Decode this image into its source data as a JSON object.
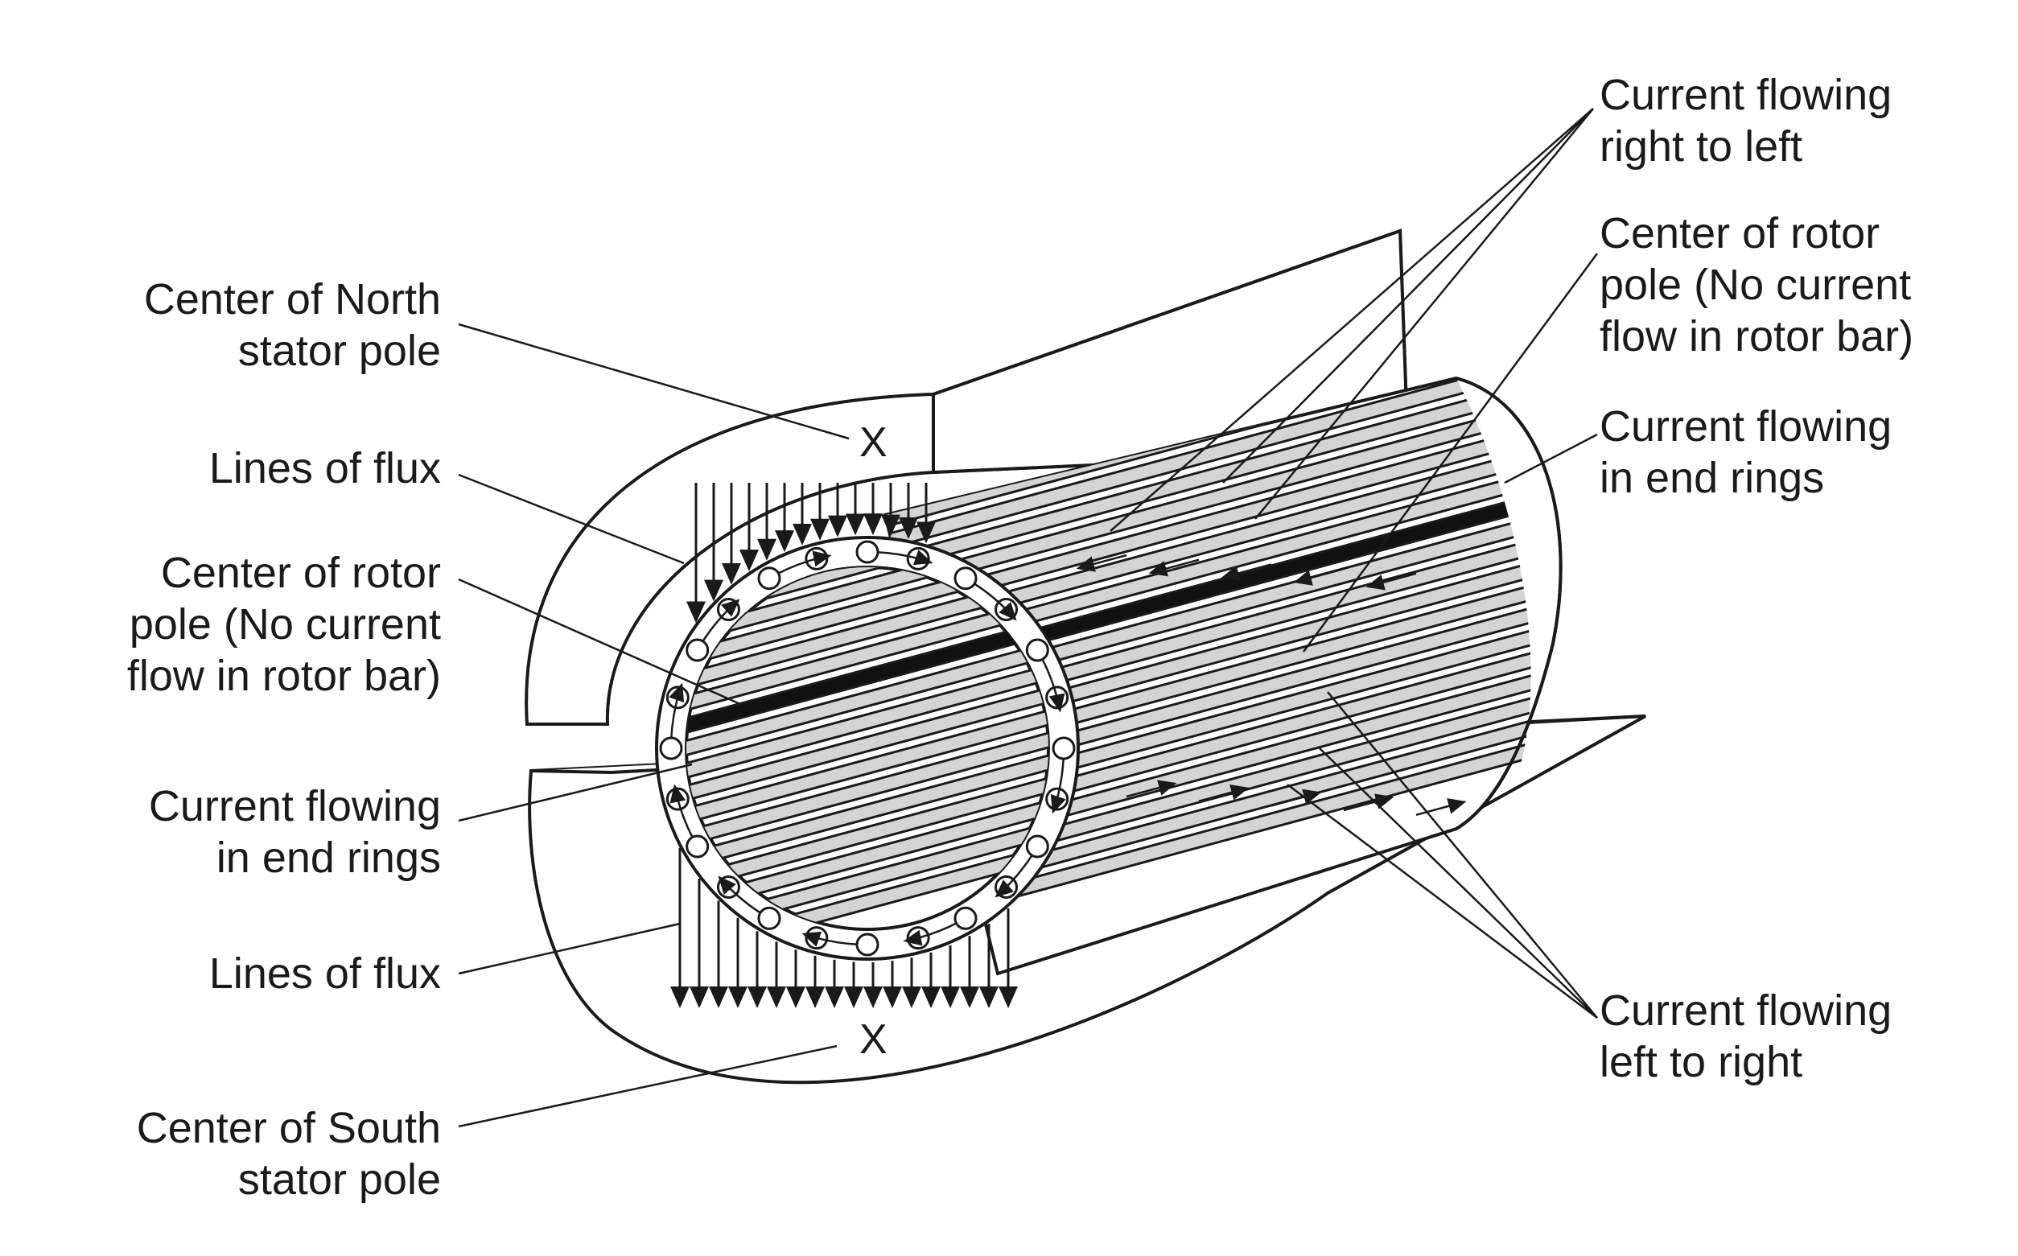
{
  "labels": {
    "north_pole": [
      "Center of North",
      "stator pole"
    ],
    "flux_top": [
      "Lines of flux"
    ],
    "rotor_pole_left": [
      "Center of rotor",
      "pole (No current",
      "flow in rotor bar)"
    ],
    "end_rings_left": [
      "Current flowing",
      "in end rings"
    ],
    "flux_bottom": [
      "Lines of flux"
    ],
    "south_pole": [
      "Center of South",
      "stator pole"
    ],
    "right_to_left": [
      "Current flowing",
      "right to left"
    ],
    "rotor_pole_right": [
      "Center of rotor",
      "pole (No current",
      "flow in rotor bar)"
    ],
    "end_rings_right": [
      "Current flowing",
      "in end rings"
    ],
    "left_to_right": [
      "Current flowing",
      "left to right"
    ]
  },
  "marks": {
    "x_top": "X",
    "x_bottom": "X"
  },
  "colors": {
    "ink": "#1a1a1a",
    "bar_fill": "#d4d4d4",
    "stator_fill": "#ffffff",
    "dark_bar": "#111111"
  }
}
